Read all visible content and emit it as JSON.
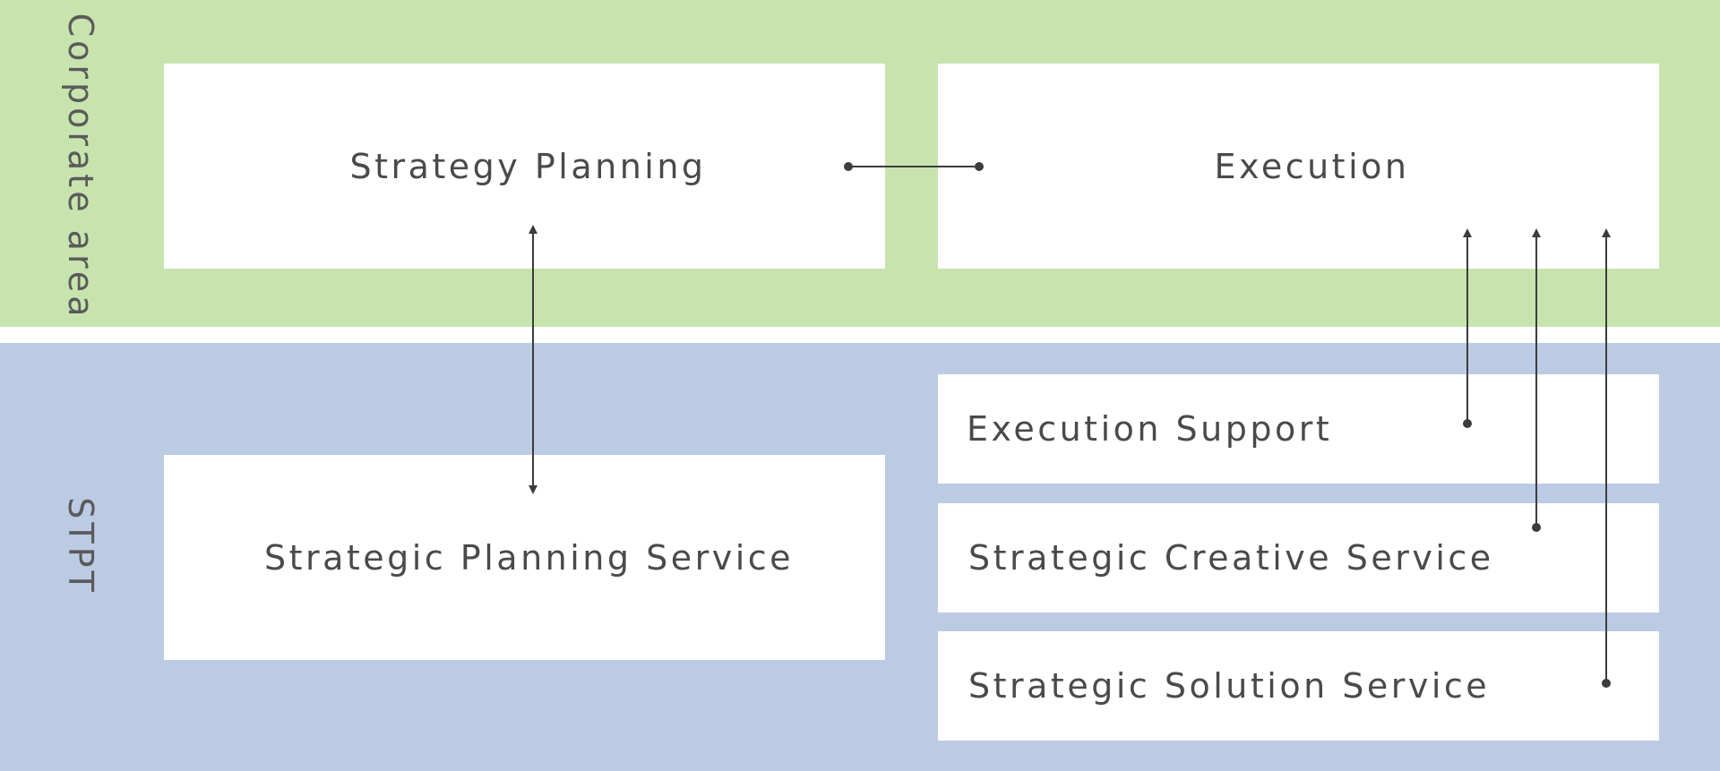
{
  "regions": {
    "corporate": {
      "label": "Corporate area",
      "color": "#c7e4ae"
    },
    "stpt": {
      "label": "STPT",
      "color": "#bccbe4"
    }
  },
  "boxes": {
    "strategy_planning": "Strategy Planning",
    "execution": "Execution",
    "execution_support": "Execution Support",
    "strategic_planning_service": "Strategic Planning Service",
    "strategic_creative_service": "Strategic Creative Service",
    "strategic_solution_service": "Strategic Solution Service"
  },
  "connections": [
    {
      "from": "strategy_planning",
      "to": "execution",
      "style": "dot-to-dot"
    },
    {
      "from": "strategy_planning",
      "to": "strategic_planning_service",
      "style": "double-arrow"
    },
    {
      "from": "execution_support",
      "to": "execution",
      "style": "dot-to-arrow"
    },
    {
      "from": "strategic_creative_service",
      "to": "execution",
      "style": "dot-to-arrow"
    },
    {
      "from": "strategic_solution_service",
      "to": "execution",
      "style": "dot-to-arrow"
    }
  ],
  "line_color": "#3c3c3c"
}
